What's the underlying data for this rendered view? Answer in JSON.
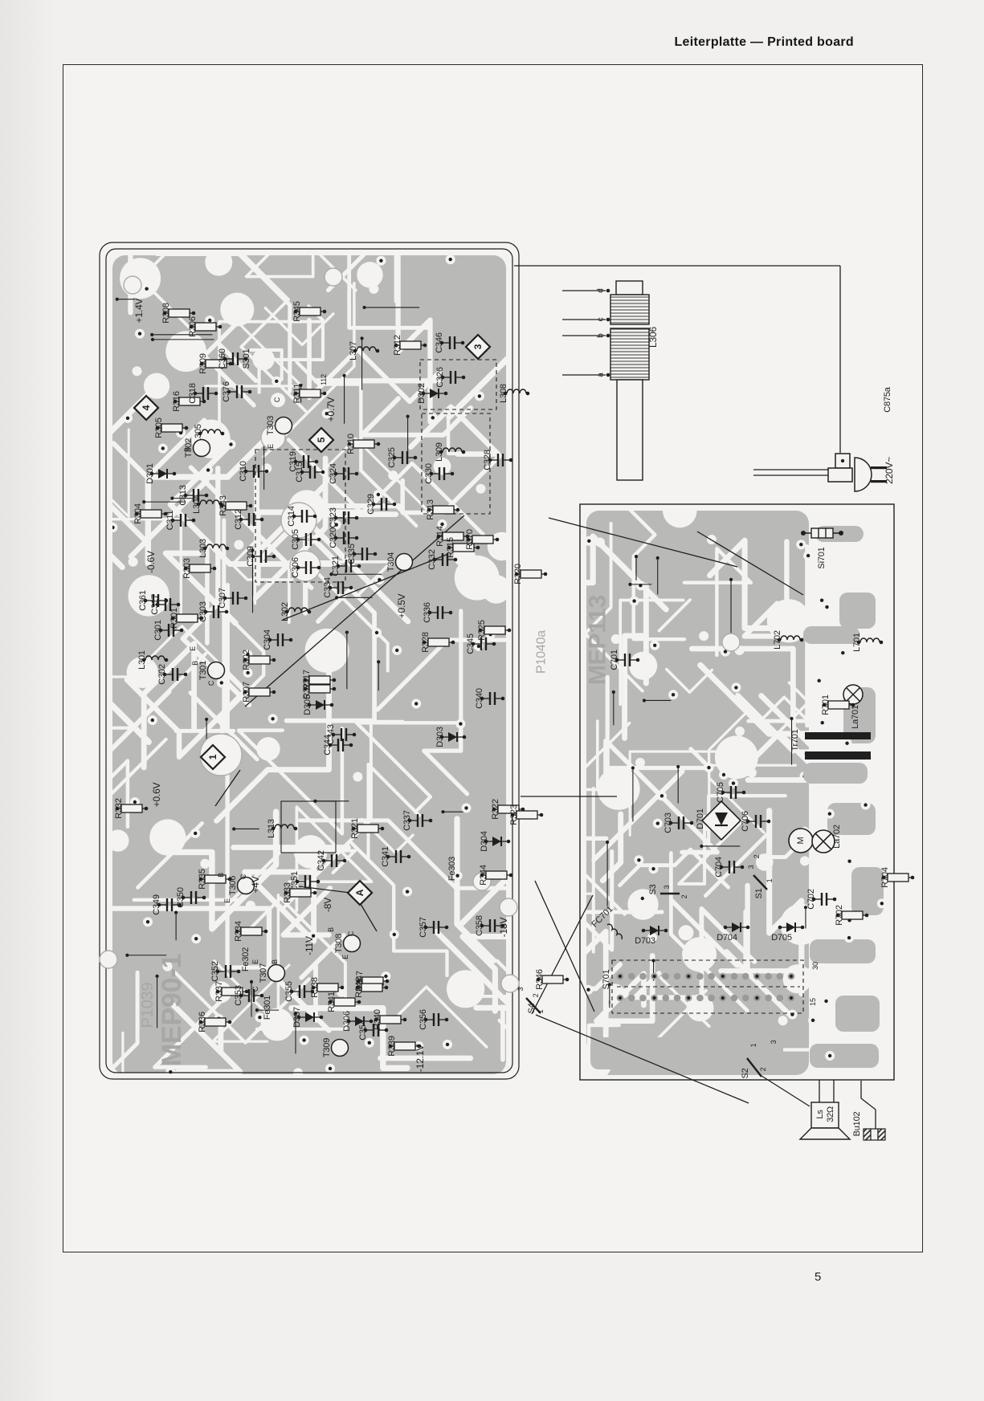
{
  "page": {
    "title": "Leiterplatte — Printed board",
    "page_number": "5"
  },
  "boards": [
    {
      "name": "MEP90-1",
      "part": "P1039"
    },
    {
      "name": "MEP113",
      "part": "P1040a"
    }
  ],
  "colors": {
    "ink": "#1f1f1f",
    "trace": "#b9b9b7",
    "white": "#f4f3f1",
    "silk": "#a7a7a5"
  },
  "labels": {
    "big": [
      [
        "MEP90-1",
        214,
        1258,
        -90,
        34,
        "gbn"
      ],
      [
        "P1039",
        184,
        1252,
        -90,
        20,
        "gn"
      ],
      [
        "MEP113",
        744,
        797,
        -90,
        30,
        "gbn"
      ],
      [
        "P1040a",
        674,
        812,
        -90,
        16,
        "gn"
      ]
    ],
    "markers": [
      [
        "4",
        182,
        508
      ],
      [
        "5",
        400,
        548
      ],
      [
        "3",
        595,
        432
      ],
      [
        "1",
        265,
        943
      ],
      [
        "A",
        448,
        1112
      ]
    ],
    "components": [
      [
        "+1.4V",
        173,
        387,
        -90,
        12,
        "n"
      ],
      [
        "R308",
        207,
        390
      ],
      [
        "R306",
        240,
        407
      ],
      [
        "R309",
        253,
        453
      ],
      [
        "C360",
        277,
        447
      ],
      [
        "S301",
        307,
        447,
        -90,
        11,
        "n"
      ],
      [
        "R345",
        370,
        388
      ],
      [
        "R316",
        220,
        500
      ],
      [
        "C318",
        240,
        490
      ],
      [
        "C376",
        282,
        488
      ],
      [
        "R311",
        370,
        490
      ],
      [
        "112",
        403,
        473,
        -90,
        9,
        "n"
      ],
      [
        "+0.7V",
        412,
        510,
        -90,
        12,
        "n"
      ],
      [
        "R305",
        198,
        533
      ],
      [
        "L305",
        247,
        540
      ],
      [
        "T303",
        337,
        530
      ],
      [
        "T302",
        235,
        558
      ],
      [
        "D301",
        187,
        590
      ],
      [
        "C313",
        228,
        617
      ],
      [
        "L304",
        245,
        628
      ],
      [
        "R343",
        278,
        630
      ],
      [
        "R304",
        172,
        640
      ],
      [
        "C311",
        212,
        648
      ],
      [
        "C312",
        297,
        647
      ],
      [
        "C310",
        303,
        587
      ],
      [
        "C319",
        365,
        575
      ],
      [
        "C315",
        373,
        588
      ],
      [
        "C324",
        415,
        590
      ],
      [
        "C314",
        363,
        643
      ],
      [
        "C323",
        415,
        645
      ],
      [
        "C305",
        368,
        672
      ],
      [
        "C320",
        415,
        670
      ],
      [
        "C306",
        368,
        707
      ],
      [
        "C321",
        418,
        705
      ],
      [
        "L303",
        253,
        683
      ],
      [
        "R303",
        233,
        708
      ],
      [
        "C309",
        312,
        693
      ],
      [
        "-0.6V",
        188,
        700,
        -90,
        12,
        "n"
      ],
      [
        "C361",
        178,
        748
      ],
      [
        "C317",
        193,
        753
      ],
      [
        "C301",
        197,
        785
      ],
      [
        "R301",
        217,
        770
      ],
      [
        "C303",
        253,
        762
      ],
      [
        "C307",
        277,
        745
      ],
      [
        "L302",
        355,
        762
      ],
      [
        "C304",
        333,
        797
      ],
      [
        "L301",
        177,
        822
      ],
      [
        "C302",
        202,
        840
      ],
      [
        "T301",
        253,
        835
      ],
      [
        "R302",
        307,
        822
      ],
      [
        "R307",
        307,
        862
      ],
      [
        "R317",
        382,
        847
      ],
      [
        "R327",
        382,
        858
      ],
      [
        "D305",
        383,
        878
      ],
      [
        "C343",
        412,
        915
      ],
      [
        "C344",
        408,
        928
      ],
      [
        "+0.6V",
        195,
        990,
        -90,
        12,
        "n"
      ],
      [
        "R332",
        148,
        1007
      ],
      [
        "L313",
        338,
        1032
      ],
      [
        "C342",
        400,
        1072
      ],
      [
        "C351",
        367,
        1098
      ],
      [
        "L307",
        440,
        437
      ],
      [
        "R312",
        495,
        430
      ],
      [
        "C346",
        547,
        427
      ],
      [
        "C326",
        548,
        470
      ],
      [
        "D302",
        525,
        490
      ],
      [
        "L308",
        627,
        490
      ],
      [
        "R310",
        437,
        553
      ],
      [
        "C325",
        488,
        570
      ],
      [
        "L309",
        547,
        563
      ],
      [
        "C328",
        607,
        573
      ],
      [
        "C329",
        462,
        628
      ],
      [
        "C330",
        534,
        590
      ],
      [
        "R313",
        536,
        635
      ],
      [
        "R314",
        548,
        668
      ],
      [
        "R315",
        561,
        682
      ],
      [
        "R370",
        585,
        672
      ],
      [
        "T304",
        487,
        700
      ],
      [
        "C335",
        438,
        690
      ],
      [
        "C334",
        408,
        732
      ],
      [
        "C332",
        538,
        697
      ],
      [
        "+0.5V",
        500,
        755,
        -90,
        12,
        "n"
      ],
      [
        "C336",
        532,
        763
      ],
      [
        "R328",
        530,
        800
      ],
      [
        "R325",
        600,
        785
      ],
      [
        "C345",
        586,
        802
      ],
      [
        "C340",
        597,
        870
      ],
      [
        "D303",
        548,
        918
      ],
      [
        "R320",
        645,
        715
      ],
      [
        "R321",
        442,
        1032
      ],
      [
        "C337",
        507,
        1022
      ],
      [
        "C341",
        480,
        1067
      ],
      [
        "D304",
        603,
        1048
      ],
      [
        "R322",
        617,
        1008
      ],
      [
        "R323",
        640,
        1015
      ],
      [
        "Fe303",
        563,
        1082,
        -90,
        11,
        "n"
      ],
      [
        "C357",
        527,
        1155
      ],
      [
        "C358",
        597,
        1153
      ],
      [
        "-18V",
        627,
        1155,
        -90,
        12,
        "n"
      ],
      [
        "R344",
        602,
        1090
      ],
      [
        "R346",
        672,
        1220
      ],
      [
        "C356",
        527,
        1270
      ],
      [
        "R347",
        448,
        1222
      ],
      [
        "R340",
        470,
        1270
      ],
      [
        "R339",
        488,
        1303
      ],
      [
        "C354",
        452,
        1283
      ],
      [
        "D306",
        432,
        1272
      ],
      [
        "-12.1V",
        523,
        1318,
        -90,
        12,
        "n"
      ],
      [
        "C349",
        195,
        1127
      ],
      [
        "C350",
        225,
        1118
      ],
      [
        "R335",
        252,
        1095
      ],
      [
        "T306",
        290,
        1103
      ],
      [
        "+4V",
        318,
        1102,
        -90,
        12,
        "n"
      ],
      [
        "R333",
        358,
        1112
      ],
      [
        "-8V",
        408,
        1127,
        -90,
        12,
        "n"
      ],
      [
        "-11V",
        385,
        1178,
        -90,
        12,
        "n"
      ],
      [
        "T308",
        422,
        1175
      ],
      [
        "R334",
        297,
        1160
      ],
      [
        "C352",
        268,
        1210
      ],
      [
        "R337",
        273,
        1235
      ],
      [
        "C353",
        297,
        1240
      ],
      [
        "R336",
        252,
        1273
      ],
      [
        "T307",
        328,
        1212
      ],
      [
        "C355",
        360,
        1235
      ],
      [
        "R338",
        392,
        1230
      ],
      [
        "R341",
        413,
        1248
      ],
      [
        "D307",
        370,
        1267
      ],
      [
        "T309",
        407,
        1305
      ],
      [
        "R342",
        447,
        1230
      ],
      [
        "Fe302",
        306,
        1195,
        -90,
        11,
        "n"
      ],
      [
        "Fe301",
        333,
        1255,
        -90,
        11,
        "n"
      ],
      [
        "B",
        275,
        1090,
        -90,
        9,
        "n"
      ],
      [
        "E",
        283,
        1122,
        -90,
        9,
        "n"
      ],
      [
        "C",
        303,
        1092,
        -90,
        9,
        "n"
      ],
      [
        "B",
        412,
        1158,
        -90,
        9,
        "n"
      ],
      [
        "C",
        437,
        1163,
        -90,
        9,
        "n"
      ],
      [
        "E",
        430,
        1192,
        -90,
        9,
        "n"
      ],
      [
        "E",
        318,
        1198,
        -90,
        9,
        "n"
      ],
      [
        "B",
        342,
        1198,
        -90,
        9,
        "n"
      ],
      [
        "C",
        318,
        1232,
        -90,
        9,
        "n"
      ],
      [
        "B",
        243,
        826,
        -90,
        9,
        "n"
      ],
      [
        "C",
        263,
        851,
        -90,
        9,
        "n"
      ],
      [
        "E",
        240,
        808,
        -90,
        9,
        "n"
      ],
      [
        "B",
        233,
        560,
        -90,
        9,
        "n"
      ],
      [
        "E",
        337,
        556,
        -90,
        9,
        "n"
      ],
      [
        "C",
        345,
        498,
        -90,
        9,
        "n"
      ],
      [
        "C701",
        765,
        822
      ],
      [
        "Si701",
        1023,
        695,
        -90,
        11,
        "n"
      ],
      [
        "L702",
        968,
        797
      ],
      [
        "L701",
        1067,
        800
      ],
      [
        "R701",
        1028,
        878
      ],
      [
        "La701",
        1065,
        893,
        -90,
        11,
        "n"
      ],
      [
        "Tr701",
        990,
        922,
        -90,
        11,
        "n"
      ],
      [
        "C705",
        897,
        987
      ],
      [
        "D701",
        872,
        1020,
        -90,
        11,
        "n"
      ],
      [
        "C703",
        832,
        1025
      ],
      [
        "C706",
        928,
        1023
      ],
      [
        "C704",
        895,
        1080
      ],
      [
        "La702",
        1042,
        1042,
        -90,
        11,
        "n"
      ],
      [
        "M",
        997,
        1047,
        -90,
        11,
        "n"
      ],
      [
        "S1",
        945,
        1113,
        -90,
        11,
        "n"
      ],
      [
        "1",
        958,
        1097,
        -90,
        9,
        "n"
      ],
      [
        "2",
        942,
        1067,
        -90,
        9,
        "n"
      ],
      [
        "3",
        935,
        1080,
        -90,
        9,
        "n"
      ],
      [
        "S3",
        813,
        1108,
        -90,
        11,
        "n"
      ],
      [
        "3",
        830,
        1105,
        -90,
        9,
        "n"
      ],
      [
        "2",
        852,
        1117,
        -90,
        9,
        "n"
      ],
      [
        "FC701",
        750,
        1142,
        -45,
        11,
        "n"
      ],
      [
        "D703",
        803,
        1172,
        0,
        11
      ],
      [
        "D704",
        905,
        1168,
        0,
        11
      ],
      [
        "D705",
        973,
        1168,
        0,
        11
      ],
      [
        "S701",
        755,
        1220,
        -90,
        11,
        "n"
      ],
      [
        "C702",
        1010,
        1120
      ],
      [
        "R702",
        1045,
        1140
      ],
      [
        "R704",
        1102,
        1093
      ],
      [
        "S2",
        928,
        1337,
        -90,
        11,
        "n"
      ],
      [
        "1",
        938,
        1302,
        -90,
        9,
        "n"
      ],
      [
        "3",
        963,
        1298,
        -90,
        9,
        "n"
      ],
      [
        "2",
        950,
        1332,
        -90,
        9,
        "n"
      ],
      [
        "30",
        1015,
        1203,
        -90,
        9,
        "n"
      ],
      [
        "15",
        1012,
        1248,
        -90,
        9,
        "n"
      ],
      [
        "L306",
        813,
        420,
        -90,
        12,
        "n"
      ],
      [
        "d",
        748,
        362,
        -90,
        10,
        "n"
      ],
      [
        "c",
        748,
        398,
        -90,
        10,
        "n"
      ],
      [
        "b",
        748,
        418,
        -90,
        10,
        "n"
      ],
      [
        "a",
        748,
        467,
        -90,
        10,
        "n"
      ],
      [
        "C875a",
        1105,
        498,
        -90,
        11,
        "n"
      ],
      [
        "220V~",
        1107,
        586,
        -90,
        12,
        "n"
      ],
      [
        "Ls",
        1021,
        1388,
        -90,
        11,
        "n"
      ],
      [
        "32Ω",
        1034,
        1388,
        -90,
        11,
        "n"
      ],
      [
        "Bu102",
        1067,
        1400,
        -90,
        11,
        "n"
      ],
      [
        "S4",
        662,
        1256,
        -90,
        11,
        "n"
      ],
      [
        "3",
        648,
        1232,
        -90,
        9,
        "n"
      ],
      [
        "2",
        667,
        1240,
        -90,
        9,
        "n"
      ],
      [
        "1",
        673,
        1260,
        -90,
        9,
        "n"
      ]
    ]
  }
}
